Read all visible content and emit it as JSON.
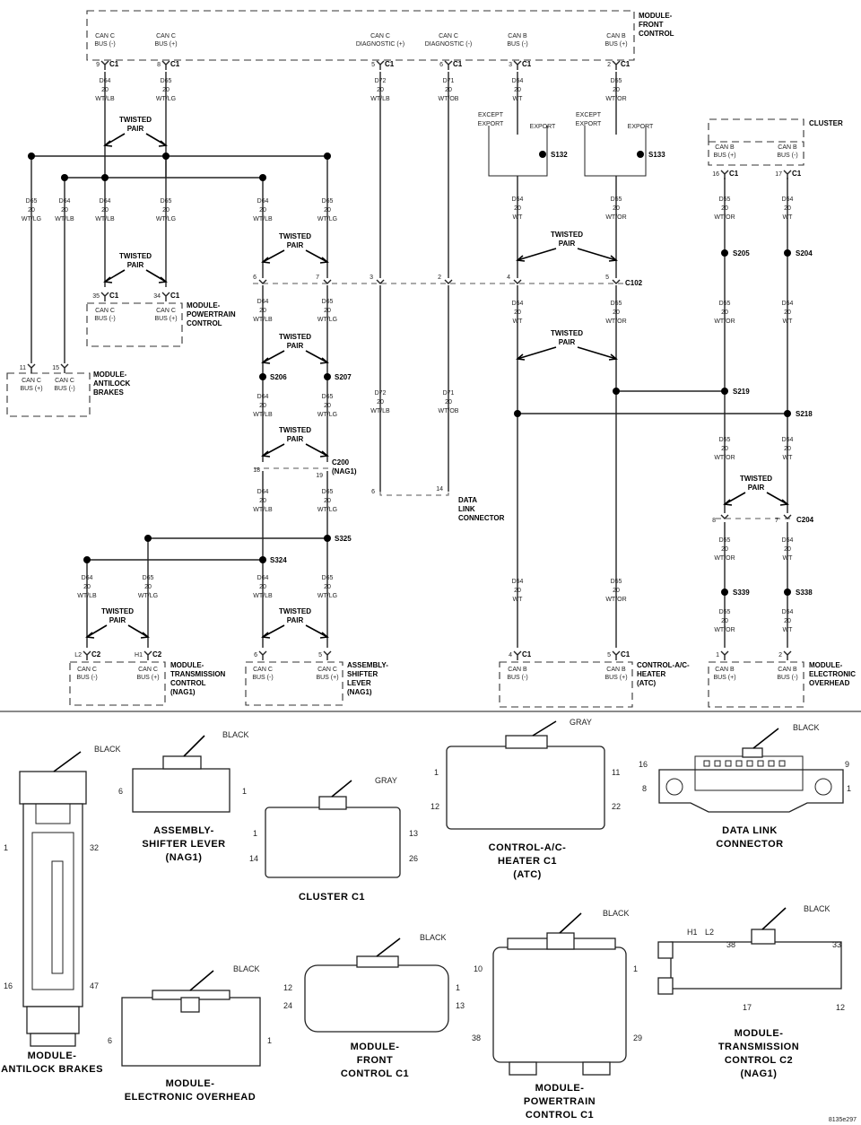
{
  "modules": {
    "front_control": {
      "name": [
        "MODULE-",
        "FRONT",
        "CONTROL"
      ],
      "pins": [
        {
          "label": [
            "CAN C",
            "BUS (-)"
          ],
          "pin": "9",
          "conn": "C1",
          "wire": [
            "D64",
            "20",
            "WT/LB"
          ]
        },
        {
          "label": [
            "CAN C",
            "BUS (+)"
          ],
          "pin": "8",
          "conn": "C1",
          "wire": [
            "D65",
            "20",
            "WT/LG"
          ]
        },
        {
          "label": [
            "CAN C",
            "DIAGNOSTIC (+)"
          ],
          "pin": "5",
          "conn": "C1",
          "wire": [
            "D72",
            "20",
            "WT/LB"
          ]
        },
        {
          "label": [
            "CAN C",
            "DIAGNOSTIC (-)"
          ],
          "pin": "6",
          "conn": "C1",
          "wire": [
            "D71",
            "20",
            "WT/OB"
          ]
        },
        {
          "label": [
            "CAN B",
            "BUS (-)"
          ],
          "pin": "3",
          "conn": "C1",
          "wire": [
            "D54",
            "20",
            "WT"
          ]
        },
        {
          "label": [
            "CAN B",
            "BUS (+)"
          ],
          "pin": "2",
          "conn": "C1",
          "wire": [
            "D55",
            "20",
            "WT/OR"
          ]
        }
      ]
    },
    "cluster": {
      "name": [
        "CLUSTER"
      ],
      "pins": [
        {
          "label": [
            "CAN B",
            "BUS (+)"
          ],
          "pin": "16",
          "conn": "C1",
          "wire": [
            "D55",
            "20",
            "WT/OR"
          ]
        },
        {
          "label": [
            "CAN B",
            "BUS (-)"
          ],
          "pin": "17",
          "conn": "C1",
          "wire": [
            "D54",
            "20",
            "WT"
          ]
        }
      ]
    },
    "powertrain": {
      "name": [
        "MODULE-",
        "POWERTRAIN",
        "CONTROL"
      ],
      "pins": [
        {
          "label": [
            "CAN C",
            "BUS (-)"
          ],
          "pin": "35",
          "conn": "C1"
        },
        {
          "label": [
            "CAN C",
            "BUS (+)"
          ],
          "pin": "34",
          "conn": "C1"
        }
      ]
    },
    "antilock": {
      "name": [
        "MODULE-",
        "ANTILOCK",
        "BRAKES"
      ],
      "pins": [
        {
          "label": [
            "CAN C",
            "BUS (+)"
          ],
          "pin": "11"
        },
        {
          "label": [
            "CAN C",
            "BUS (-)"
          ],
          "pin": "15"
        }
      ]
    },
    "transmission": {
      "name": [
        "MODULE-",
        "TRANSMISSION",
        "CONTROL",
        "(NAG1)"
      ],
      "pins": [
        {
          "label": [
            "CAN C",
            "BUS (-)"
          ],
          "pin": "L2",
          "conn": "C2"
        },
        {
          "label": [
            "CAN C",
            "BUS (+)"
          ],
          "pin": "H1",
          "conn": "C2"
        }
      ]
    },
    "shifter": {
      "name": [
        "ASSEMBLY-",
        "SHIFTER",
        "LEVER",
        "(NAG1)"
      ],
      "pins": [
        {
          "label": [
            "CAN C",
            "BUS (-)"
          ],
          "pin": "6"
        },
        {
          "label": [
            "CAN C",
            "BUS (+)"
          ],
          "pin": "5"
        }
      ]
    },
    "atc": {
      "name": [
        "CONTROL-A/C-",
        "HEATER",
        "(ATC)"
      ],
      "pins": [
        {
          "label": [
            "CAN B",
            "BUS (-)"
          ],
          "pin": "4",
          "conn": "C1"
        },
        {
          "label": [
            "CAN B",
            "BUS (+)"
          ],
          "pin": "5",
          "conn": "C1"
        }
      ]
    },
    "overhead": {
      "name": [
        "MODULE-",
        "ELECTRONIC",
        "OVERHEAD"
      ],
      "pins": [
        {
          "label": [
            "CAN B",
            "BUS (+)"
          ],
          "pin": "1"
        },
        {
          "label": [
            "CAN B",
            "BUS (-)"
          ],
          "pin": "2"
        }
      ]
    },
    "dlc": {
      "name": [
        "DATA",
        "LINK",
        "CONNECTOR"
      ],
      "pins": [
        "6",
        "14"
      ]
    }
  },
  "wires": {
    "d64": [
      "D64",
      "20",
      "WT/LB"
    ],
    "d65": [
      "D65",
      "20",
      "WT/LG"
    ],
    "d72": [
      "D72",
      "20",
      "WT/LB"
    ],
    "d71": [
      "D71",
      "20",
      "WT/OB"
    ],
    "d54": [
      "D54",
      "20",
      "WT"
    ],
    "d55": [
      "D55",
      "20",
      "WT/OR"
    ]
  },
  "twisted_pair": [
    "TWISTED",
    "PAIR"
  ],
  "splices": [
    "S132",
    "S133",
    "S205",
    "S204",
    "S206",
    "S207",
    "S219",
    "S218",
    "S325",
    "S324",
    "S339",
    "S338"
  ],
  "inline_connectors": [
    "C102",
    "C200 (NAG1)",
    "C204"
  ],
  "c102_pins": [
    "6",
    "7",
    "3",
    "2",
    "4",
    "5"
  ],
  "c200_pins": [
    "18",
    "19"
  ],
  "c204_pins": [
    "8",
    "7"
  ],
  "export": {
    "except_export": [
      "EXCEPT",
      "EXPORT"
    ],
    "export": "EXPORT"
  },
  "connector_views": [
    {
      "title": [
        "MODULE-",
        "ANTILOCK BRAKES"
      ],
      "color": "BLACK",
      "pins": [
        "1",
        "32",
        "16",
        "47"
      ]
    },
    {
      "title": [
        "ASSEMBLY-",
        "SHIFTER LEVER",
        "(NAG1)"
      ],
      "color": "BLACK",
      "pins": [
        "6",
        "1"
      ]
    },
    {
      "title": [
        "CLUSTER C1"
      ],
      "color": "GRAY",
      "pins": [
        "1",
        "13",
        "14",
        "26"
      ]
    },
    {
      "title": [
        "CONTROL-A/C-",
        "HEATER C1",
        "(ATC)"
      ],
      "color": "GRAY",
      "pins": [
        "1",
        "11",
        "12",
        "22"
      ]
    },
    {
      "title": [
        "DATA LINK",
        "CONNECTOR"
      ],
      "color": "BLACK",
      "pins": [
        "16",
        "9",
        "8",
        "1"
      ]
    },
    {
      "title": [
        "MODULE-",
        "ELECTRONIC OVERHEAD"
      ],
      "color": "BLACK",
      "pins": [
        "6",
        "1"
      ]
    },
    {
      "title": [
        "MODULE-",
        "FRONT",
        "CONTROL C1"
      ],
      "color": "BLACK",
      "pins": [
        "12",
        "1",
        "24",
        "13"
      ]
    },
    {
      "title": [
        "MODULE-",
        "POWERTRAIN",
        "CONTROL C1"
      ],
      "color": "BLACK",
      "pins": [
        "10",
        "1",
        "38",
        "29"
      ]
    },
    {
      "title": [
        "MODULE-",
        "TRANSMISSION",
        "CONTROL C2",
        "(NAG1)"
      ],
      "color": "BLACK",
      "pins": [
        "H1",
        "L2",
        "38",
        "33",
        "17",
        "12"
      ]
    }
  ],
  "figure_id": "8135e297"
}
